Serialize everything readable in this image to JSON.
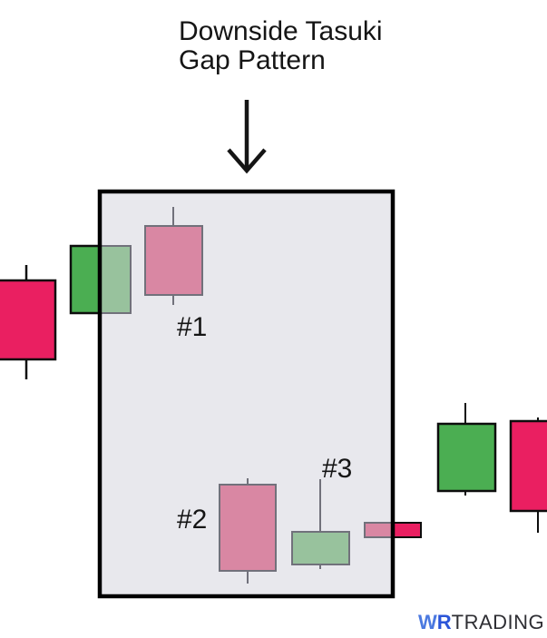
{
  "title": {
    "line1": "Downside Tasuki",
    "line2": "Gap Pattern"
  },
  "arrow": {
    "direction": "down",
    "color": "#151515"
  },
  "box": {
    "fill": "#e8e8ed",
    "border": "#000000"
  },
  "labels": {
    "c1": "#1",
    "c2": "#2",
    "c3": "#3"
  },
  "colors": {
    "bullish": "#4bae52",
    "bearish": "#ea1f61",
    "bullish_muted": "#98c29d",
    "bearish_muted": "#d987a3",
    "muted_border": "#71717b",
    "bright_border": "#000000",
    "wick_gray": "#71717b"
  },
  "candles": [
    {
      "label": "",
      "type": "bearish",
      "shade": "bright",
      "position": "outside-left",
      "wicks": "top-bottom"
    },
    {
      "label": "",
      "type": "bullish",
      "shade": "bright-to-muted",
      "position": "straddles-left-box-edge",
      "wicks": "none"
    },
    {
      "label": "#1",
      "type": "bearish",
      "shade": "muted",
      "position": "inside-box-top",
      "wicks": "top-bottom"
    },
    {
      "label": "#2",
      "type": "bearish",
      "shade": "muted",
      "position": "inside-box-bottom",
      "wicks": "top-bottom"
    },
    {
      "label": "#3",
      "type": "bullish",
      "shade": "muted",
      "position": "inside-box-bottom",
      "wicks": "long-top-short-bottom"
    },
    {
      "label": "",
      "type": "bearish",
      "shade": "muted-to-bright",
      "position": "straddles-right-box-edge",
      "wicks": "none"
    },
    {
      "label": "",
      "type": "bullish",
      "shade": "bright",
      "position": "outside-right",
      "wicks": "top-bottom"
    },
    {
      "label": "",
      "type": "bearish",
      "shade": "bright",
      "position": "outside-right-clipped",
      "wicks": "bottom"
    }
  ],
  "logo": {
    "w": "W",
    "r": "R",
    "rest": "TRADING",
    "w_color": "#4b79e0",
    "r_color": "#2b55d8",
    "rest_color": "#2e2e33"
  }
}
